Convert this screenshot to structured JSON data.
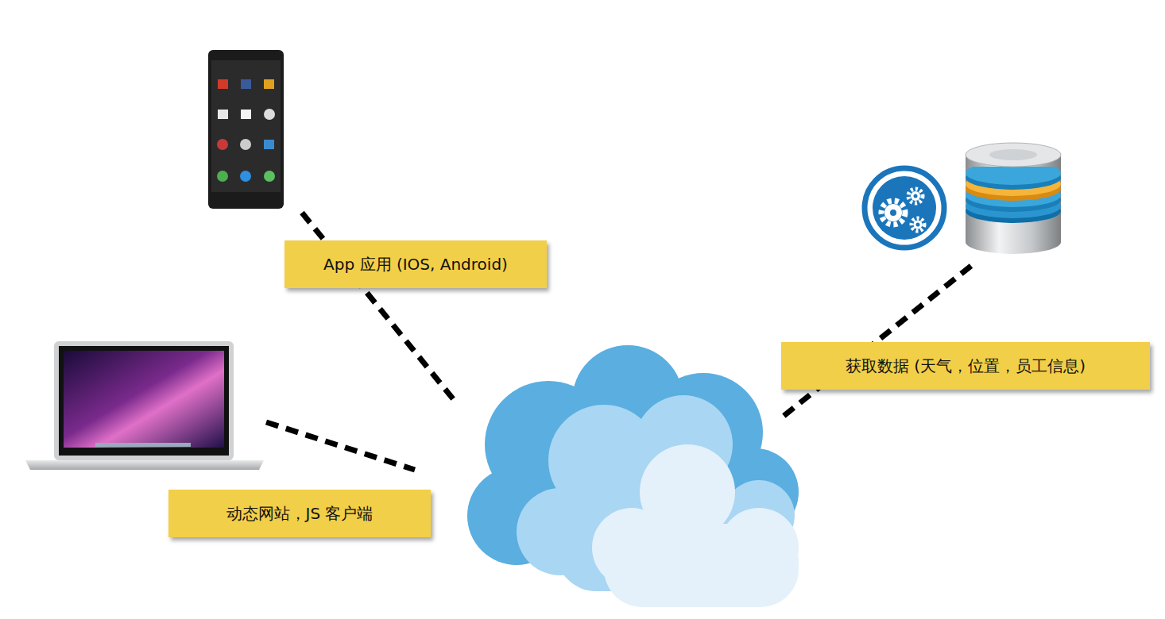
{
  "diagram": {
    "nodes": [
      {
        "text": [
          "App 应用 (IOS, Android)"
        ]
      },
      {
        "text": [
          "动态网站，JS 客户端"
        ]
      },
      {
        "text": [
          "获取数据 (天气，位置，员工信息)"
        ]
      }
    ]
  }
}
